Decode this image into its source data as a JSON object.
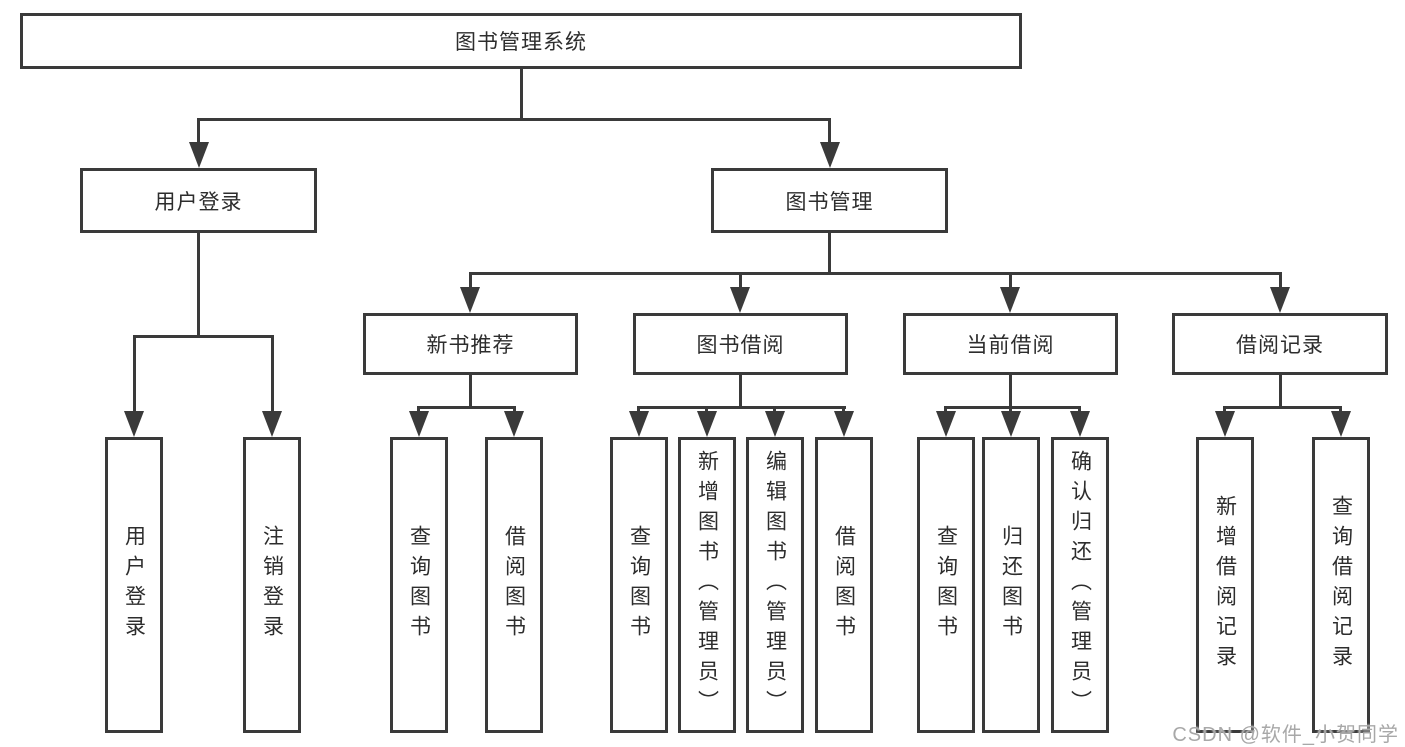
{
  "nodes": {
    "root": "图书管理系统",
    "user_login": "用户登录",
    "book_management": "图书管理",
    "new_book_recommend": "新书推荐",
    "book_borrow": "图书借阅",
    "current_borrow": "当前借阅",
    "borrow_records": "借阅记录"
  },
  "leaves": {
    "user_login": [
      "用户登录",
      "注销登录"
    ],
    "new_book_recommend": [
      "查询图书",
      "借阅图书"
    ],
    "book_borrow": [
      "查询图书",
      "新增图书（管理员）",
      "编辑图书（管理员）",
      "借阅图书"
    ],
    "current_borrow": [
      "查询图书",
      "归还图书",
      "确认归还（管理员）"
    ],
    "borrow_records": [
      "新增借阅记录",
      "查询借阅记录"
    ]
  },
  "watermark": "CSDN @软件_小贺同学",
  "colors": {
    "line": "#3a3a3a",
    "text": "#2d2d2d",
    "watermark": "#a8a8a8",
    "background": "#ffffff"
  }
}
